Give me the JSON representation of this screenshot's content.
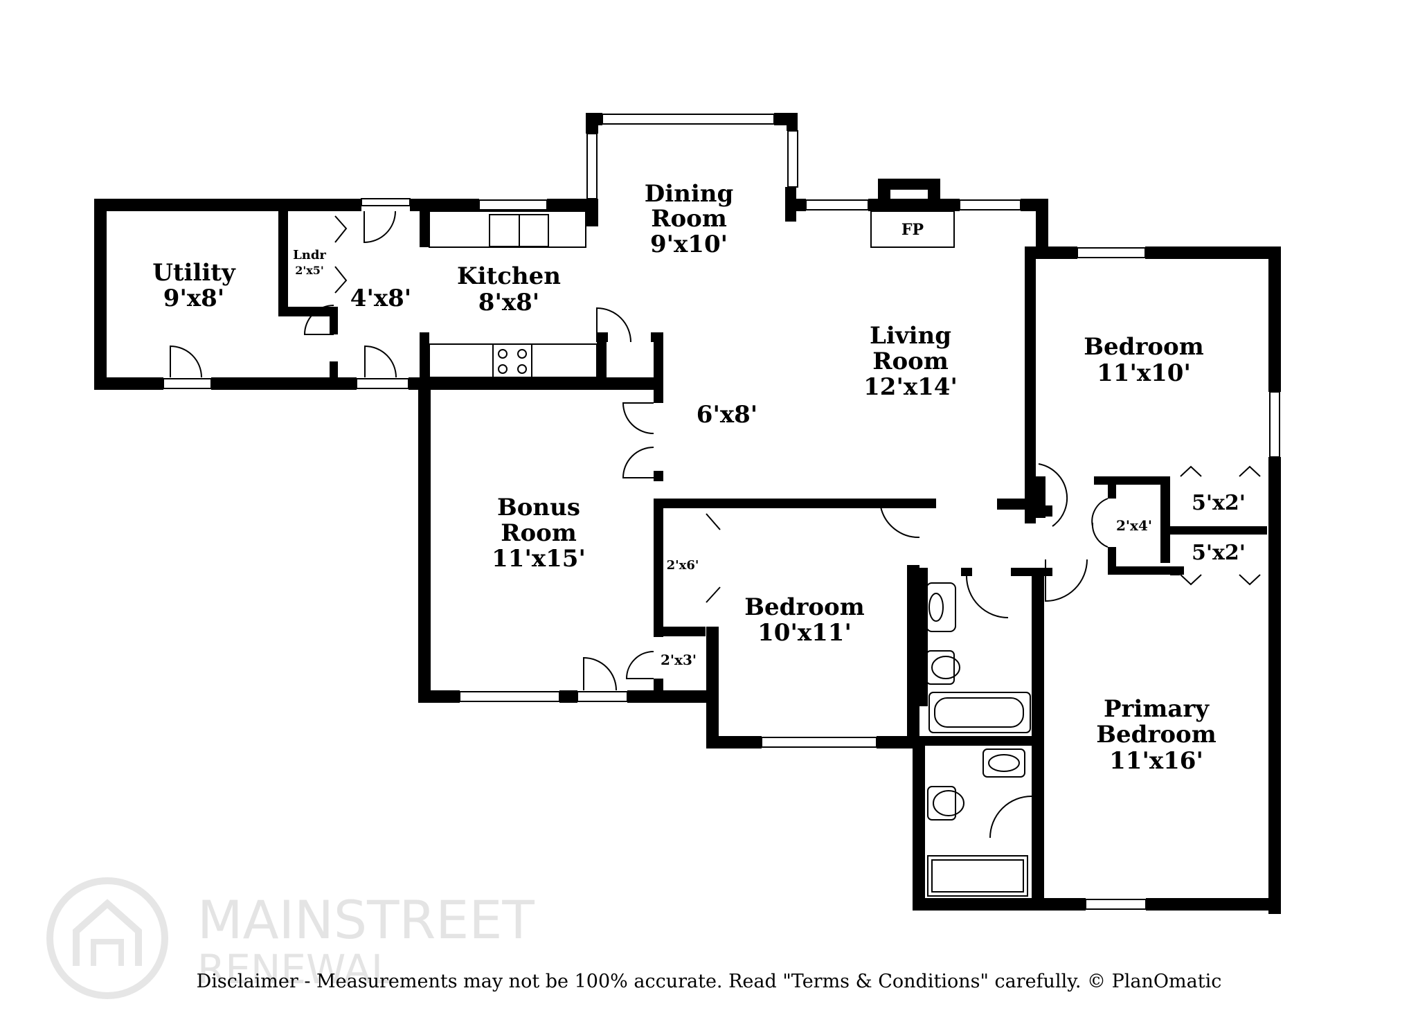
{
  "rooms": {
    "utility": {
      "name": "Utility",
      "dim": "9'x8'"
    },
    "laundry": {
      "name": "Lndr",
      "dim": "2'x5'"
    },
    "hall_4x8": {
      "dim": "4'x8'"
    },
    "kitchen": {
      "name": "Kitchen",
      "dim": "8'x8'"
    },
    "dining": {
      "name_line1": "Dining",
      "name_line2": "Room",
      "dim": "9'x10'"
    },
    "fireplace": {
      "label": "FP"
    },
    "living": {
      "name_line1": "Living",
      "name_line2": "Room",
      "dim": "12'x14'"
    },
    "hall_6x8": {
      "dim": "6'x8'"
    },
    "bedroom_ne": {
      "name": "Bedroom",
      "dim": "11'x10'"
    },
    "closet_5x2_a": {
      "dim": "5'x2'"
    },
    "closet_5x2_b": {
      "dim": "5'x2'"
    },
    "closet_2x4": {
      "dim": "2'x4'"
    },
    "bonus": {
      "name_line1": "Bonus",
      "name_line2": "Room",
      "dim": "11'x15'"
    },
    "closet_2x6": {
      "dim": "2'x6'"
    },
    "closet_2x3": {
      "dim": "2'x3'"
    },
    "bedroom_mid": {
      "name": "Bedroom",
      "dim": "10'x11'"
    },
    "primary": {
      "name_line1": "Primary",
      "name_line2": "Bedroom",
      "dim": "11'x16'"
    }
  },
  "watermark": {
    "line1": "MAINSTREET",
    "line2": "RENEWAL"
  },
  "disclaimer": "Disclaimer - Measurements may not be 100% accurate. Read \"Terms & Conditions\" carefully. © PlanOmatic"
}
